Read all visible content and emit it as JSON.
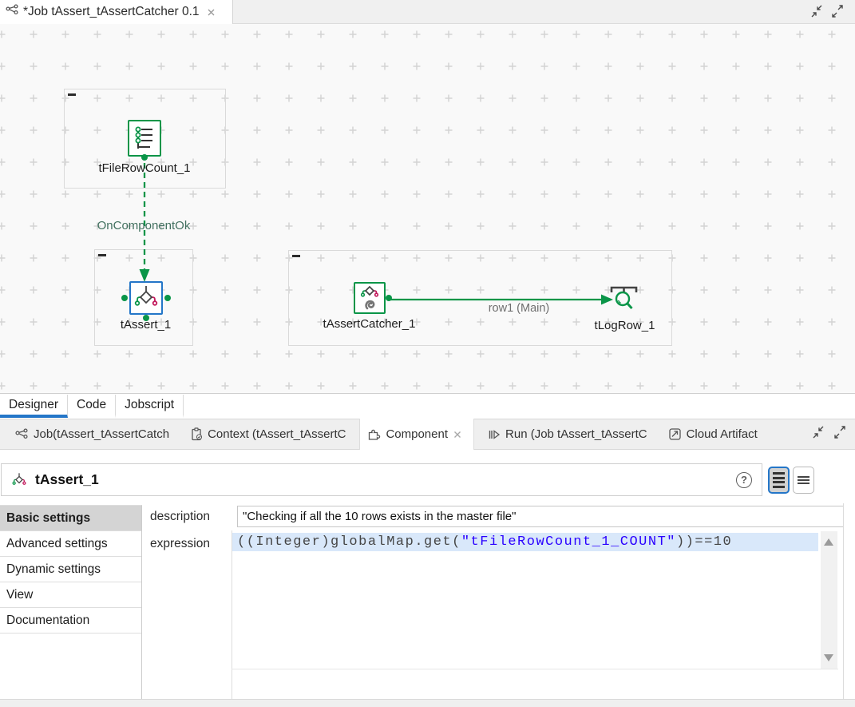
{
  "editor": {
    "tab_title": "*Job tAssert_tAssertCatcher 0.1"
  },
  "canvas": {
    "components": [
      {
        "name": "tFileRowCount_1",
        "icon": "file-row-count-icon"
      },
      {
        "name": "tAssert_1",
        "icon": "assert-icon",
        "selected": true
      },
      {
        "name": "tAssertCatcher_1",
        "icon": "assert-catcher-icon"
      },
      {
        "name": "tLogRow_1",
        "icon": "log-row-icon"
      }
    ],
    "links": [
      {
        "label": "OnComponentOk",
        "type": "trigger-dashed",
        "from": "tFileRowCount_1",
        "to": "tAssert_1"
      },
      {
        "label": "row1 (Main)",
        "type": "main-row",
        "from": "tAssertCatcher_1",
        "to": "tLogRow_1"
      }
    ]
  },
  "view_tabs": {
    "items": [
      {
        "label": "Designer",
        "active": true
      },
      {
        "label": "Code",
        "active": false
      },
      {
        "label": "Jobscript",
        "active": false
      }
    ]
  },
  "panel_tabs": {
    "items": [
      {
        "label": "Job(tAssert_tAssertCatch",
        "icon": "job-icon",
        "active": false
      },
      {
        "label": "Context (tAssert_tAssertC",
        "icon": "context-icon",
        "active": false
      },
      {
        "label": "Component",
        "icon": "component-icon",
        "active": true,
        "closable": true
      },
      {
        "label": "Run (Job tAssert_tAssertC",
        "icon": "run-icon",
        "active": false
      },
      {
        "label": "Cloud Artifact",
        "icon": "cloud-artifact-icon",
        "active": false
      }
    ]
  },
  "component_panel": {
    "title": "tAssert_1",
    "help_glyph": "?",
    "sections": {
      "items": [
        {
          "label": "Basic settings",
          "active": true
        },
        {
          "label": "Advanced settings",
          "active": false
        },
        {
          "label": "Dynamic settings",
          "active": false
        },
        {
          "label": "View",
          "active": false
        },
        {
          "label": "Documentation",
          "active": false
        }
      ]
    },
    "description": {
      "label": "description",
      "value": "\"Checking if all the 10 rows exists in the master file\""
    },
    "expression": {
      "label": "expression",
      "code_before": "((Integer)globalMap.get(",
      "code_string": "\"tFileRowCount_1_COUNT\"",
      "code_after": "))==10"
    }
  },
  "colors": {
    "talend_green": "#0a9548",
    "selection_blue": "#2476c8",
    "string_blue": "#2a00ff",
    "link_red": "#c2185b",
    "line_highlight": "#d9e8fa"
  }
}
